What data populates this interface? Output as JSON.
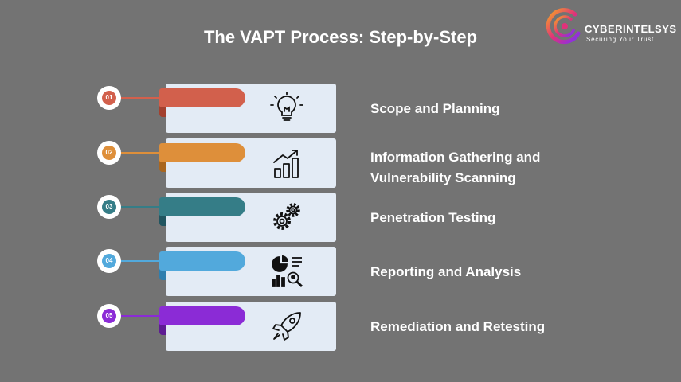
{
  "title": "The VAPT Process: Step-by-Step",
  "logo": {
    "brand": "CYBERINTELSYS",
    "tagline": "Securing Your Trust"
  },
  "steps": [
    {
      "number": "01",
      "label": "Scope and Planning",
      "color": "#d2604c",
      "icon": "lightbulb-icon"
    },
    {
      "number": "02",
      "label": "Information Gathering and Vulnerability Scanning",
      "label_line1": "Information Gathering and",
      "label_line2": "Vulnerability Scanning",
      "color": "#de8f3a",
      "icon": "growth-chart-icon"
    },
    {
      "number": "03",
      "label": "Penetration Testing",
      "color": "#357d87",
      "icon": "gears-icon"
    },
    {
      "number": "04",
      "label": "Reporting and Analysis",
      "color": "#52a9dc",
      "icon": "report-analysis-icon"
    },
    {
      "number": "05",
      "label": "Remediation and Retesting",
      "color": "#8b2bd6",
      "icon": "rocket-icon"
    }
  ]
}
